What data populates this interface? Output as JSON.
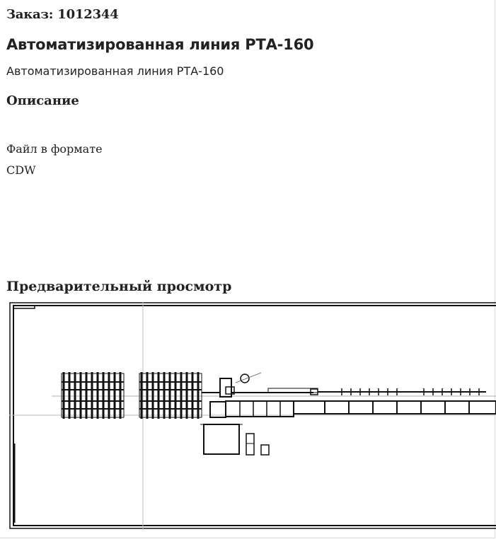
{
  "order": {
    "text": "Заказ: 1012344"
  },
  "product": {
    "title": "Автоматизированная линия РТА-160",
    "subtitle": "Автоматизированная линия РТА-160"
  },
  "description": {
    "heading": "Описание",
    "text": "Файл в формате CDW"
  },
  "preview": {
    "heading": "Предварительный просмотр",
    "drawing_icon": "technical-drawing-image"
  }
}
